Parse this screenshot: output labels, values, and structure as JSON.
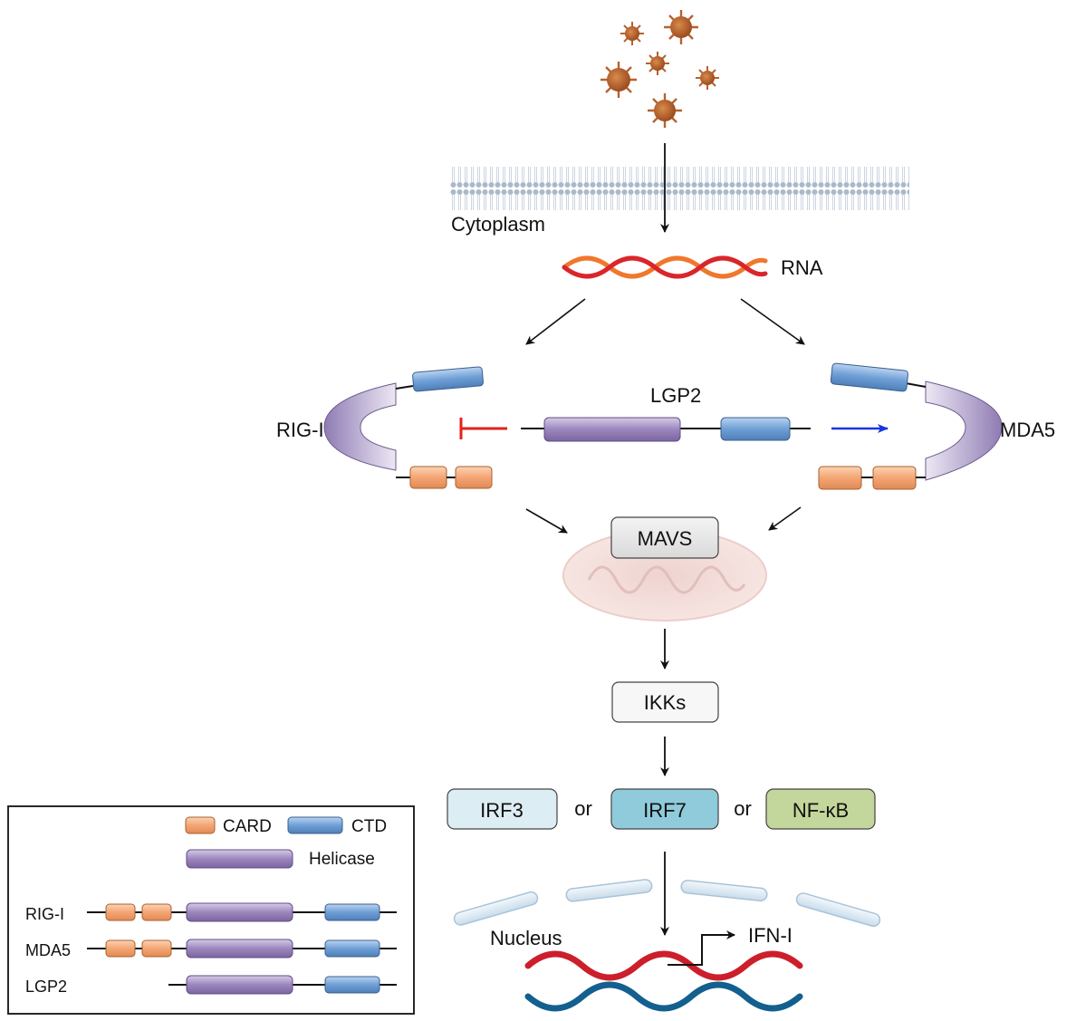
{
  "labels": {
    "cytoplasm": "Cytoplasm",
    "rna": "RNA",
    "rig_i": "RIG-I",
    "lgp2": "LGP2",
    "mda5": "MDA5",
    "mavs": "MAVS",
    "ikks": "IKKs",
    "irf3": "IRF3",
    "or_1": "or",
    "irf7": "IRF7",
    "or_2": "or",
    "nfkb": "NF-κB",
    "nucleus": "Nucleus",
    "ifn": "IFN-I"
  },
  "legend": {
    "card": "CARD",
    "ctd": "CTD",
    "helicase": "Helicase",
    "rows": [
      "RIG-I",
      "MDA5",
      "LGP2"
    ]
  },
  "colors": {
    "card": "#f4a574",
    "ctd": "#6f9fd6",
    "helicase": "#9b86bd",
    "virus": "#b8612e",
    "membrane": "#aab9c9",
    "inhibit": "#e2231a",
    "activate": "#1a35e0",
    "irf3": "#dcedf3",
    "irf7": "#8fcbdb",
    "nfkb": "#c3d69b",
    "dna_red": "#cc1f2b",
    "dna_blue": "#13608f"
  }
}
